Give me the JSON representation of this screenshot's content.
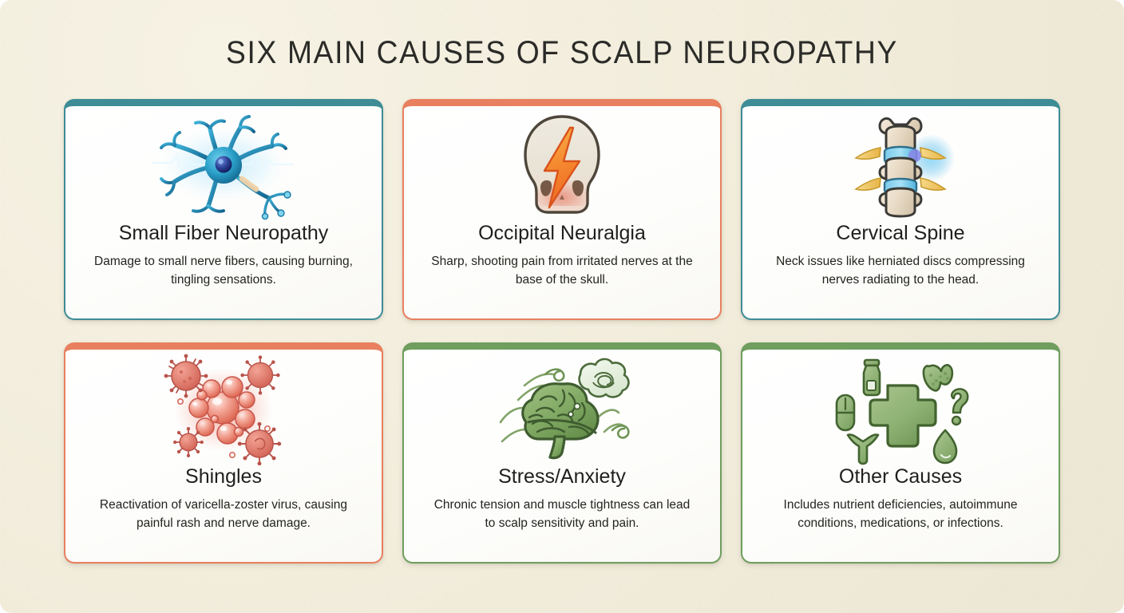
{
  "header": {
    "title": "SIX MAIN CAUSES OF SCALP NEUROPATHY"
  },
  "palette": {
    "background": "#f1ecdb",
    "card_background": "#fdfdfb",
    "teal": "#3d8c96",
    "salmon": "#e8805f",
    "green": "#6f9e5f",
    "title_text": "#2b2b28",
    "body_text": "#23231f"
  },
  "cards": [
    {
      "id": "small-fiber-neuropathy",
      "title": "Small Fiber Neuropathy",
      "desc": "Damage to small nerve fibers, causing burning, tingling sensations.",
      "accent": "#3d8c96",
      "accent_name": "teal",
      "icon": "neuron-icon"
    },
    {
      "id": "occipital-neuralgia",
      "title": "Occipital Neuralgia",
      "desc": "Sharp, shooting pain from irritated nerves at the base of the skull.",
      "accent": "#e8805f",
      "accent_name": "salmon",
      "icon": "skull-lightning-icon"
    },
    {
      "id": "cervical-spine",
      "title": "Cervical Spine",
      "desc": "Neck issues like herniated discs compressing nerves radiating to the head.",
      "accent": "#3d8c96",
      "accent_name": "teal",
      "icon": "vertebrae-icon"
    },
    {
      "id": "shingles",
      "title": "Shingles",
      "desc": "Reactivation of varicella-zoster virus, causing painful rash and nerve damage.",
      "accent": "#e8805f",
      "accent_name": "salmon",
      "icon": "virus-rash-icon"
    },
    {
      "id": "stress-anxiety",
      "title": "Stress/Anxiety",
      "desc": "Chronic tension and muscle tightness can lead to scalp sensitivity and pain.",
      "accent": "#6f9e5f",
      "accent_name": "green",
      "icon": "brain-stress-icon"
    },
    {
      "id": "other-causes",
      "title": "Other Causes",
      "desc": "Includes nutrient deficiencies, autoimmune conditions, medications, or infections.",
      "accent": "#6f9e5f",
      "accent_name": "green",
      "icon": "medical-cross-cluster-icon"
    }
  ]
}
